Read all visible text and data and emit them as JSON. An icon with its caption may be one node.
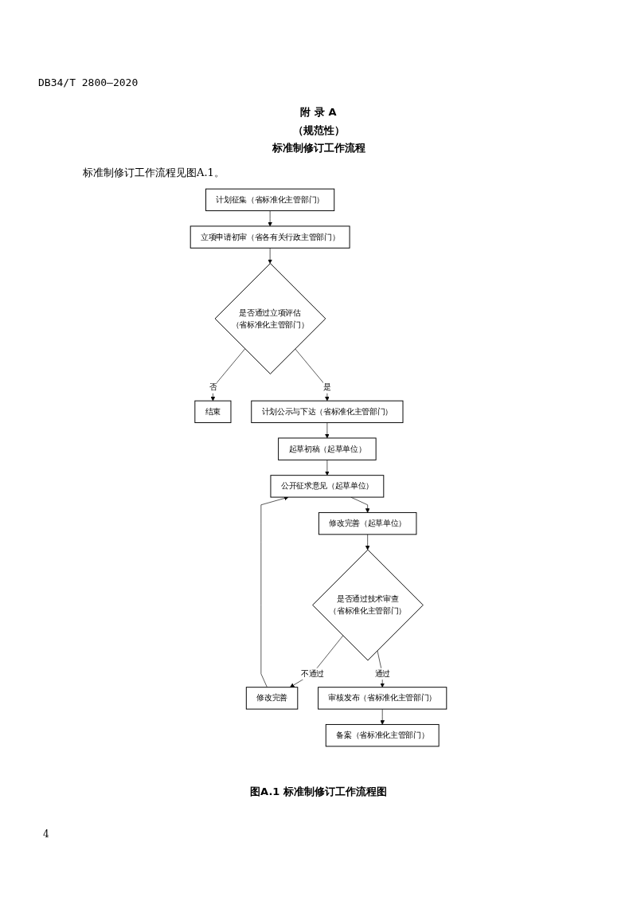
{
  "diagram": {
    "title": "标准制修订工作流程",
    "caption": "图A.1 标准制修订工作流程图",
    "nodes": [
      {
        "text": [
          "计划征集（省标准化主管部门）"
        ]
      },
      {
        "text": [
          "立项申请初审（省各有关行政主管部门）"
        ]
      },
      {
        "text": [
          "是否通过立项评估",
          "（省标准化主管部门）"
        ]
      },
      {
        "text": [
          "结束"
        ]
      },
      {
        "text": [
          "计划公示与下达（省标准化主管部门）"
        ]
      },
      {
        "text": [
          "起草初稿（起草单位）"
        ]
      },
      {
        "text": [
          "公开征求意见（起草单位）"
        ]
      },
      {
        "text": [
          "修改完善（起草单位）"
        ]
      },
      {
        "text": [
          "是否通过技术审查",
          "（省标准化主管部门）"
        ]
      },
      {
        "text": [
          "修改完善"
        ]
      },
      {
        "text": [
          "审核发布（省标准化主管部门）"
        ]
      },
      {
        "text": [
          "备案（省标准化主管部门）"
        ]
      }
    ],
    "edges": [
      {
        "from": 0,
        "to": 1,
        "arrow": "to"
      },
      {
        "from": 1,
        "to": 2,
        "arrow": "to"
      },
      {
        "from": 2,
        "to": 3,
        "arrow": "to",
        "label": "否"
      },
      {
        "from": 2,
        "to": 4,
        "arrow": "to",
        "label": "是"
      },
      {
        "from": 4,
        "to": 5,
        "arrow": "to"
      },
      {
        "from": 5,
        "to": 6,
        "arrow": "to"
      },
      {
        "from": 6,
        "to": 7,
        "arrow": "to"
      },
      {
        "from": 7,
        "to": 8,
        "arrow": "to"
      },
      {
        "from": 8,
        "to": 9,
        "arrow": "to",
        "label": "不通过"
      },
      {
        "from": 9,
        "to": 6,
        "arrow": "to"
      },
      {
        "from": 8,
        "to": 10,
        "arrow": "to",
        "label": "通过"
      },
      {
        "from": 10,
        "to": 11,
        "arrow": "to"
      }
    ],
    "labels": [
      "DB34/T 2800—2020",
      "附 录 A",
      "（规范性）",
      "标准制修订工作流程见图A.1。",
      "4"
    ]
  }
}
